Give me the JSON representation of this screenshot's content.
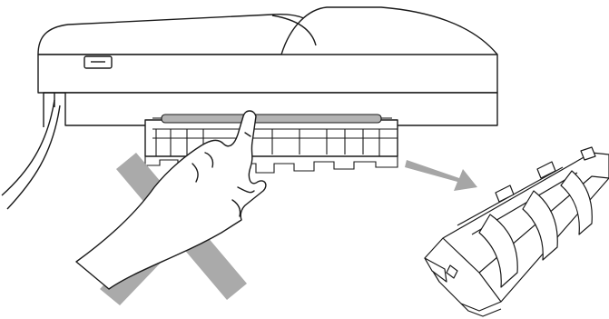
{
  "figure": {
    "colors": {
      "line": "#1a1a1a",
      "fill": "#ffffff",
      "warning_cross": "#a6a6a6",
      "roller": "#b3b3b3",
      "arrow": "#a6a6a6"
    },
    "icons": [
      "printer-rear-view",
      "do-not-touch-cross",
      "hand",
      "remove-arrow",
      "jam-clear-cover"
    ]
  }
}
